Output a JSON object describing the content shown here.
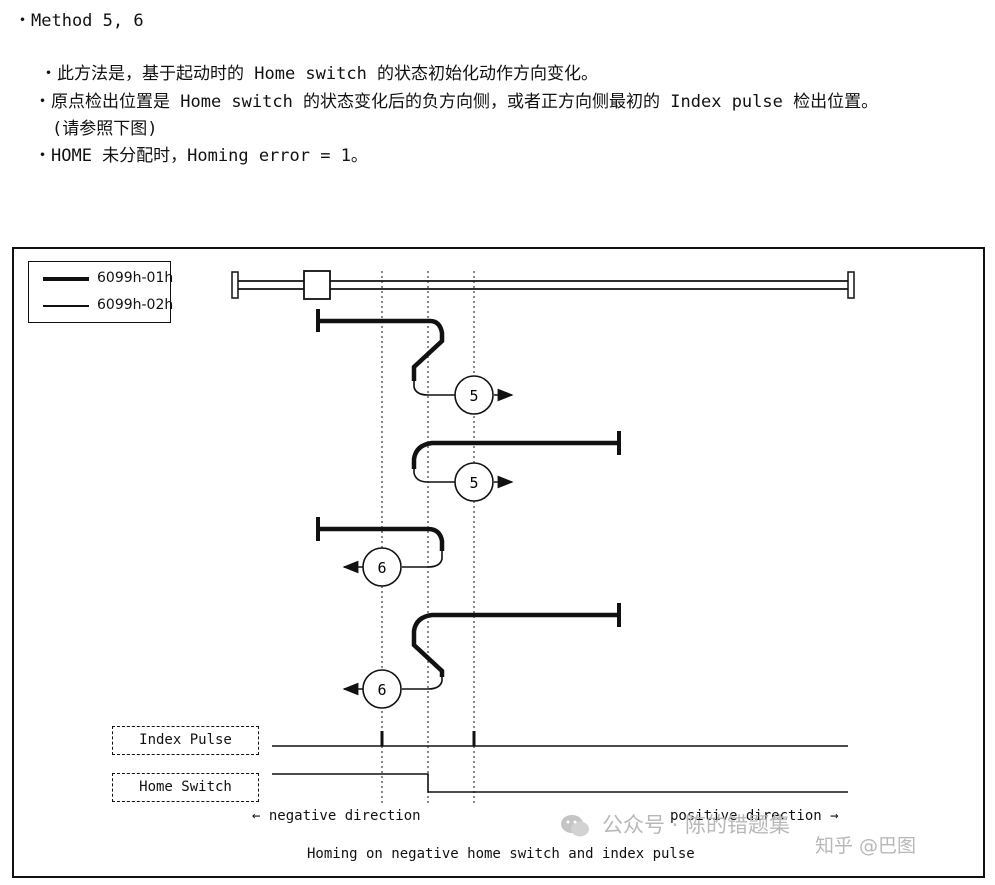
{
  "header": {
    "title": "・Method 5, 6",
    "bullets": [
      "・此方法是，基于起动时的 Home switch 的状态初始化动作方向变化。",
      "・原点检出位置是 Home switch 的状态变化后的负方向侧，或者正方向侧最初的 Index pulse 检出位置。",
      "(请参照下图)",
      "・HOME 未分配时，Homing error = 1。"
    ]
  },
  "figure": {
    "legend": {
      "thick_label": "6099h-01h",
      "thin_label": "6099h-02h"
    },
    "methods": [
      "5",
      "5",
      "6",
      "6"
    ],
    "signals": {
      "index_pulse": "Index Pulse",
      "home_switch": "Home Switch"
    },
    "directions": {
      "negative": "← negative direction",
      "positive": "positive direction →"
    },
    "caption": "Homing on negative home switch and index pulse"
  },
  "watermark": {
    "text": "公众号 · 陈的错题集",
    "text2": "知乎 @巴图"
  },
  "colors": {
    "ink": "#111111",
    "watermark": "#b8b8b8"
  }
}
